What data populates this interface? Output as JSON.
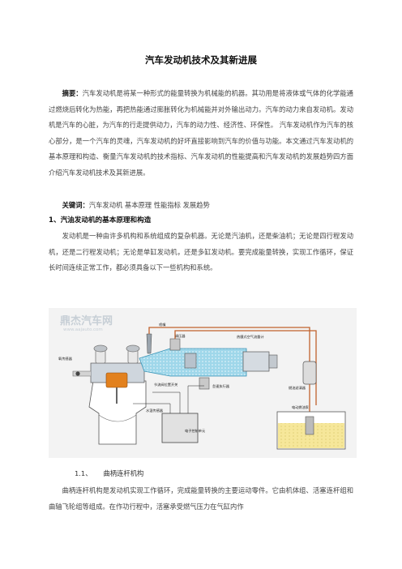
{
  "document": {
    "title": "汽车发动机技术及其新进展",
    "abstract_label": "摘要：",
    "abstract_text": "汽车发动机是将某一种形式的能量转换为机械能的机器。其功用是将液体或气体的化学能通过燃烧后转化为热能，再把热能通过膨胀转化为机械能并对外输出动力。汽车的动力来自发动机。发动机是汽车的心脏，为汽车的行走提供动力，汽车的动力性、经济性、环保性。 汽车发动机作为汽车的核心部分，是一个汽车的灵魂，汽车发动机的好坏直接影响到汽车的价值与功能。本文通过汽车发动机的基本原理和构造、衡量汽车发动机的技术指标、汽车发动机的性能提高和汽车发动机的发展趋势四方面介绍汽车发动机技术及其新进展。",
    "keywords_label": "关键词：",
    "keywords_text": "汽车发动机 基本原理 性能指标 发展趋势",
    "section1_heading": "1、汽油发动机的基本原理和构造",
    "section1_text": "发动机是一种由许多机构和系统组成的复杂机器。无论是汽油机，还是柴油机；无论是四行程发动机，还是二行程发动机；无论是单缸发动机，还是多缸发动机。要完成能量转换，实现工作循环，保证长时间连续正常工作，都必须具备以下一些机构和系统。",
    "figure": {
      "watermark_main": "鼎杰汽车网",
      "watermark_url": "www.aajauto.com",
      "labels": {
        "label_1": "喷嘴",
        "label_2": "调压器",
        "label_3": "热膜式空气流量计",
        "label_4": "氧传感器",
        "label_5": "节流阀位置开关",
        "label_6": "怠速执行器",
        "label_7": "燃油滤清器",
        "label_8": "水温传感器",
        "label_9": "电子控制单元",
        "label_10": "电动燃油泵"
      }
    },
    "section1_1_num": "1.1、",
    "section1_1_heading": "曲柄连杆机构",
    "section1_1_text": "曲柄连杆机构是发动机实现工作循环，完成能量转换的主要运动零件。它由机体组、活塞连杆组和曲轴飞轮组等组成。在作功行程中，活塞承受燃气压力在气缸内作"
  },
  "colors": {
    "water_blue": "#9fd7ea",
    "fuel_yellow": "#f6e79a",
    "fuel_line": "#c0622c",
    "piston_orange": "#e2811e"
  }
}
